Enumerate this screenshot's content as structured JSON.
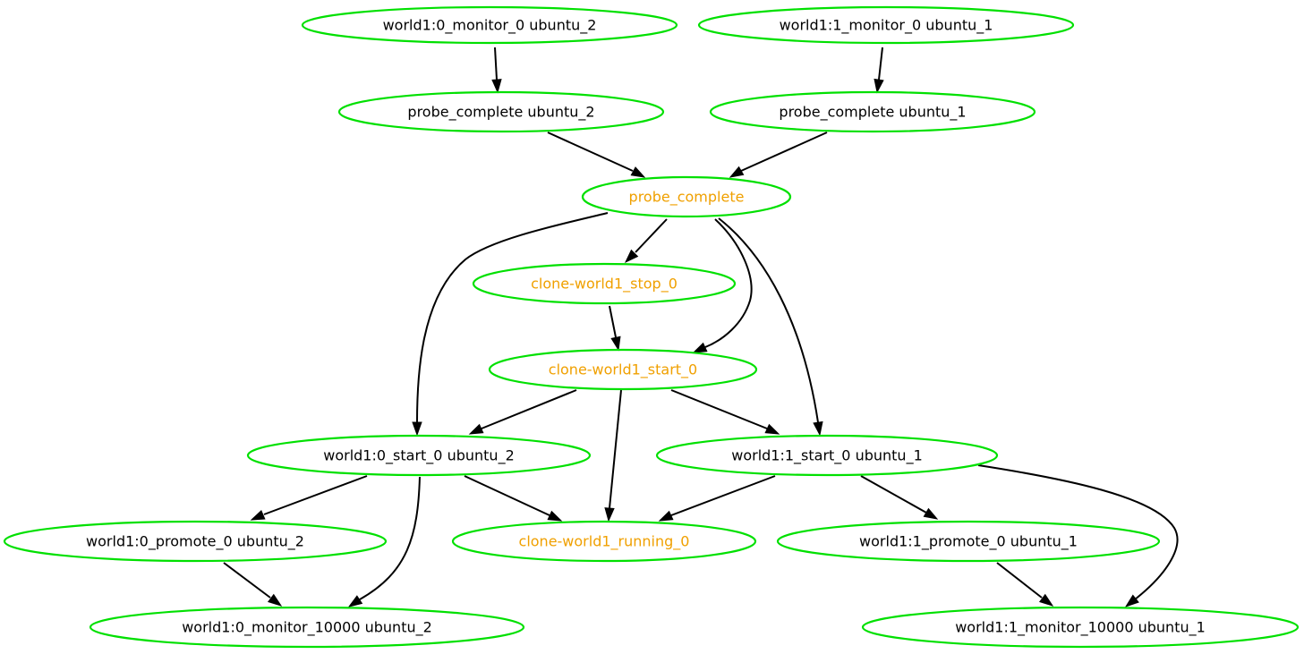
{
  "diagram": {
    "type": "directed-graph",
    "colors": {
      "node_border": "#00e000",
      "label_default": "#000000",
      "label_highlight": "#f0a000",
      "edge": "#000000",
      "background": "#ffffff"
    },
    "nodes": [
      {
        "id": "w10_mon0",
        "label": "world1:0_monitor_0 ubuntu_2",
        "style": "default"
      },
      {
        "id": "w11_mon0",
        "label": "world1:1_monitor_0 ubuntu_1",
        "style": "default"
      },
      {
        "id": "probe_u2",
        "label": "probe_complete ubuntu_2",
        "style": "default"
      },
      {
        "id": "probe_u1",
        "label": "probe_complete ubuntu_1",
        "style": "default"
      },
      {
        "id": "probe",
        "label": "probe_complete",
        "style": "highlight"
      },
      {
        "id": "clone_stop",
        "label": "clone-world1_stop_0",
        "style": "highlight"
      },
      {
        "id": "clone_start",
        "label": "clone-world1_start_0",
        "style": "highlight"
      },
      {
        "id": "w10_start",
        "label": "world1:0_start_0 ubuntu_2",
        "style": "default"
      },
      {
        "id": "w11_start",
        "label": "world1:1_start_0 ubuntu_1",
        "style": "default"
      },
      {
        "id": "w10_promote",
        "label": "world1:0_promote_0 ubuntu_2",
        "style": "default"
      },
      {
        "id": "clone_running",
        "label": "clone-world1_running_0",
        "style": "highlight"
      },
      {
        "id": "w11_promote",
        "label": "world1:1_promote_0 ubuntu_1",
        "style": "default"
      },
      {
        "id": "w10_mon10000",
        "label": "world1:0_monitor_10000 ubuntu_2",
        "style": "default"
      },
      {
        "id": "w11_mon10000",
        "label": "world1:1_monitor_10000 ubuntu_1",
        "style": "default"
      }
    ],
    "edges": [
      {
        "from": "w10_mon0",
        "to": "probe_u2"
      },
      {
        "from": "w11_mon0",
        "to": "probe_u1"
      },
      {
        "from": "probe_u2",
        "to": "probe"
      },
      {
        "from": "probe_u1",
        "to": "probe"
      },
      {
        "from": "probe",
        "to": "clone_stop"
      },
      {
        "from": "probe",
        "to": "w10_start"
      },
      {
        "from": "probe",
        "to": "clone_start"
      },
      {
        "from": "probe",
        "to": "w11_start"
      },
      {
        "from": "clone_stop",
        "to": "clone_start"
      },
      {
        "from": "clone_start",
        "to": "w10_start"
      },
      {
        "from": "clone_start",
        "to": "clone_running"
      },
      {
        "from": "clone_start",
        "to": "w11_start"
      },
      {
        "from": "w10_start",
        "to": "w10_promote"
      },
      {
        "from": "w10_start",
        "to": "clone_running"
      },
      {
        "from": "w10_start",
        "to": "w10_mon10000"
      },
      {
        "from": "w11_start",
        "to": "clone_running"
      },
      {
        "from": "w11_start",
        "to": "w11_promote"
      },
      {
        "from": "w11_start",
        "to": "w11_mon10000"
      },
      {
        "from": "w10_promote",
        "to": "w10_mon10000"
      },
      {
        "from": "w11_promote",
        "to": "w11_mon10000"
      }
    ]
  }
}
